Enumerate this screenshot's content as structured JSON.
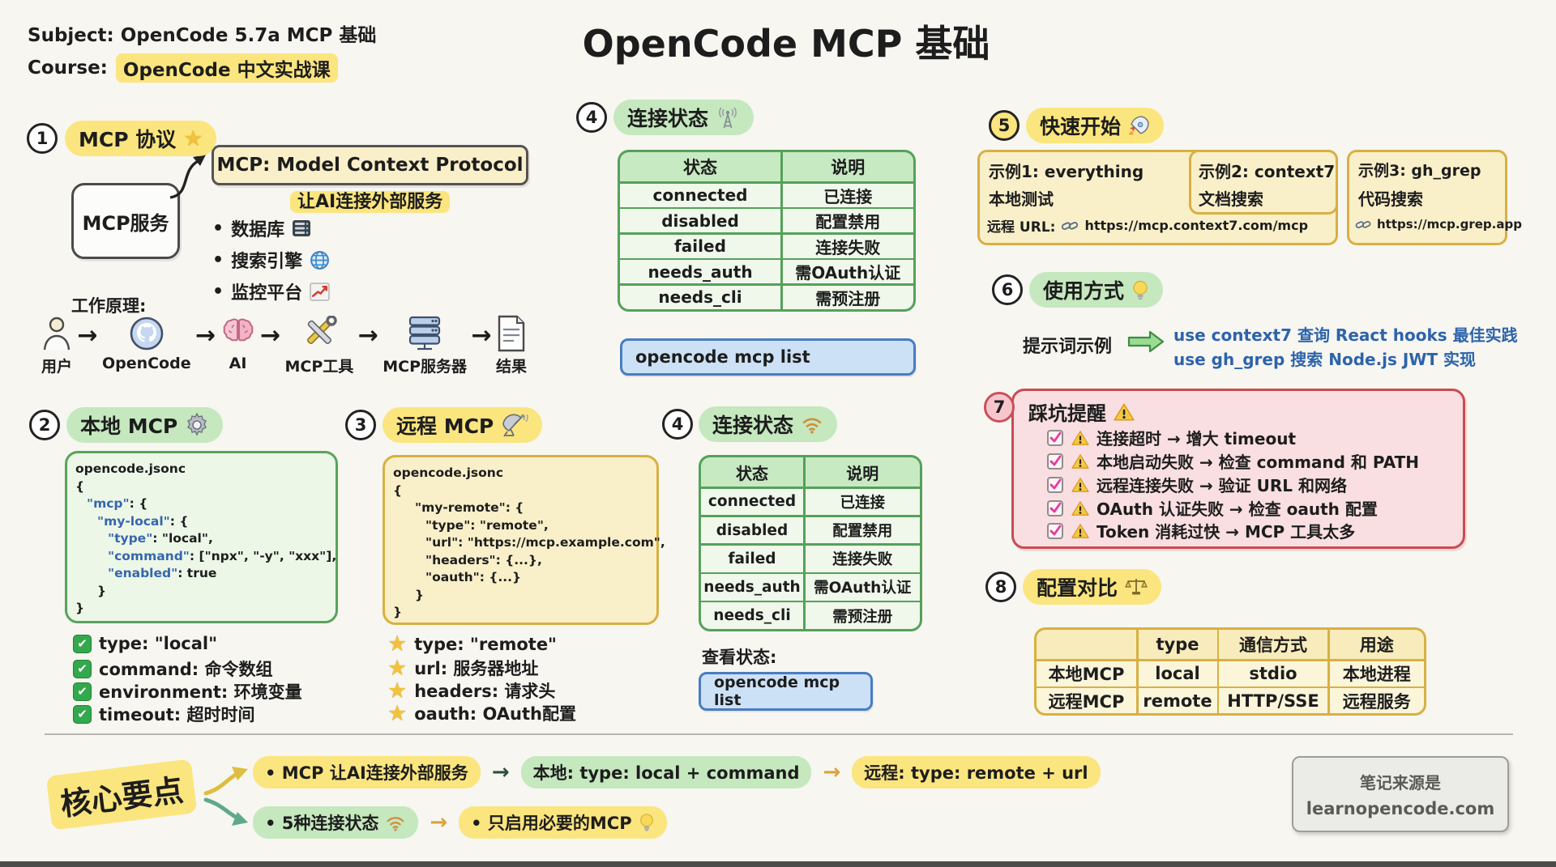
{
  "header": {
    "subject": "Subject: OpenCode 5.7a MCP 基础",
    "course_prefix": "Course:",
    "course": "OpenCode 中文实战课",
    "title": "OpenCode MCP 基础"
  },
  "icons": {
    "check": "✔",
    "star": "★",
    "arrow": "→",
    "bullet": "•"
  },
  "s1": {
    "num": "1",
    "title": "MCP 协议",
    "node": "MCP服务",
    "protocol": "MCP: Model Context Protocol",
    "subtitle": "让AI连接外部服务",
    "bullets": [
      "数据库",
      "搜索引擎",
      "监控平台"
    ],
    "principle": "工作原理:",
    "flow": [
      "用户",
      "OpenCode",
      "AI",
      "MCP工具",
      "MCP服务器",
      "结果"
    ]
  },
  "s2": {
    "num": "2",
    "title": "本地 MCP",
    "file": "opencode.jsonc",
    "code": [
      {
        "r": "{"
      },
      {
        "k": "\"mcp\"",
        "r": ": {"
      },
      {
        "k": "\"my-local\"",
        "r": ": {"
      },
      {
        "k": "\"type\"",
        "r": ": \"local\","
      },
      {
        "k": "\"command\"",
        "r": ": [\"npx\", \"-y\", \"xxx\"],"
      },
      {
        "k": "\"enabled\"",
        "r": ": true"
      },
      {
        "r": "}"
      },
      {
        "r": "}"
      }
    ],
    "props": [
      "type: \"local\"",
      "command: 命令数组",
      "environment: 环境变量",
      "timeout: 超时时间"
    ]
  },
  "s3": {
    "num": "3",
    "title": "远程 MCP",
    "file": "opencode.jsonc",
    "code": [
      "{",
      "\"my-remote\": {",
      "\"type\": \"remote\",",
      "\"url\": \"https://mcp.example.com\",",
      "\"headers\": {...},",
      "\"oauth\": {...}",
      "}",
      "}"
    ],
    "props": [
      "type: \"remote\"",
      "url: 服务器地址",
      "headers: 请求头",
      "oauth: OAuth配置"
    ]
  },
  "status": {
    "num": "4",
    "title": "连接状态",
    "headers": [
      "状态",
      "说明"
    ],
    "rows": [
      [
        "connected",
        "已连接"
      ],
      [
        "disabled",
        "配置禁用"
      ],
      [
        "failed",
        "连接失败"
      ],
      [
        "needs_auth",
        "需OAuth认证"
      ],
      [
        "needs_cli",
        "需预注册"
      ]
    ],
    "command": "opencode mcp list",
    "check_label": "查看状态:"
  },
  "s5": {
    "num": "5",
    "title": "快速开始",
    "ex1_title": "示例1: everything",
    "ex1_desc": "本地测试",
    "ex1_url_label": "远程 URL:",
    "ex1_url": "https://mcp.context7.com/mcp",
    "ex2_title": "示例2: context7",
    "ex2_desc": "文档搜索",
    "ex3_title": "示例3: gh_grep",
    "ex3_desc": "代码搜索",
    "ex3_url": "https://mcp.grep.app"
  },
  "s6": {
    "num": "6",
    "title": "使用方式",
    "label": "提示词示例",
    "prompt1": "use context7 查询 React hooks 最佳实践",
    "prompt2": "use gh_grep 搜索 Node.js JWT 实现"
  },
  "s7": {
    "num": "7",
    "title": "踩坑提醒",
    "items": [
      "连接超时 → 增大 timeout",
      "本地启动失败 → 检查 command 和 PATH",
      "远程连接失败 → 验证 URL 和网络",
      "OAuth 认证失败 → 检查 oauth 配置",
      "Token 消耗过快 → MCP 工具太多"
    ]
  },
  "s8": {
    "num": "8",
    "title": "配置对比",
    "headers": [
      "",
      "type",
      "通信方式",
      "用途"
    ],
    "rows": [
      [
        "本地MCP",
        "local",
        "stdio",
        "本地进程"
      ],
      [
        "远程MCP",
        "remote",
        "HTTP/SSE",
        "远程服务"
      ]
    ]
  },
  "footer": {
    "headline": "核心要点",
    "p1": "• MCP 让AI连接外部服务",
    "p2": "本地: type: local + command",
    "p3": "远程: type: remote + url",
    "p4": "• 5种连接状态",
    "p5": "• 只启用必要的MCP",
    "src1": "笔记来源是",
    "src2": "learnopencode.com"
  }
}
